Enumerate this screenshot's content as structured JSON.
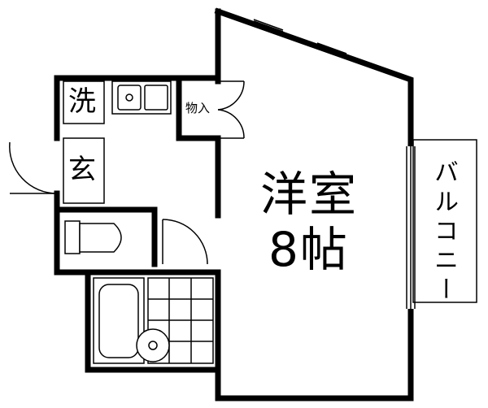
{
  "rooms": {
    "western_room_line1": "洋室",
    "western_room_line2": "8帖",
    "laundry": "洗",
    "entrance": "玄",
    "storage": "物入",
    "balcony": "バルコニー"
  },
  "colors": {
    "wall": "#000000",
    "background": "#ffffff"
  }
}
